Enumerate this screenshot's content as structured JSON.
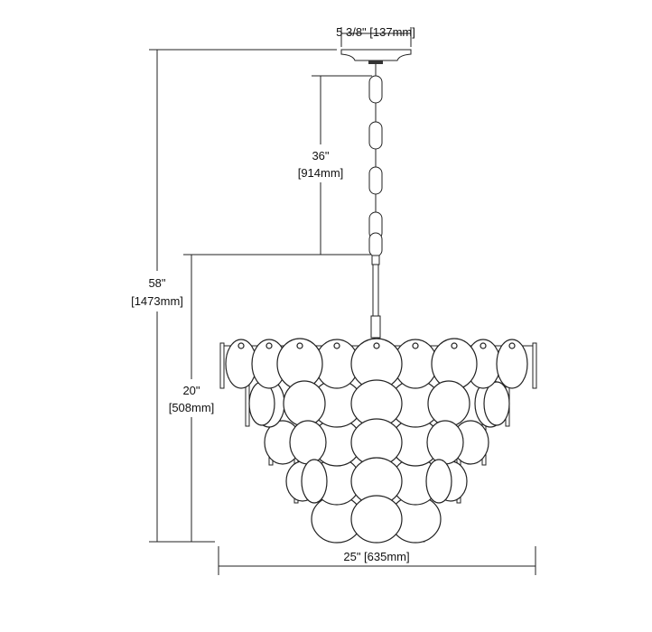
{
  "dimensions": {
    "canopy_width": "5 3/8\" [137mm]",
    "overall_height_in": "58\"",
    "overall_height_mm": "[1473mm]",
    "chain_length_in": "36\"",
    "chain_length_mm": "[914mm]",
    "fixture_height_in": "20\"",
    "fixture_height_mm": "[508mm]",
    "fixture_width": "25\" [635mm]"
  },
  "colors": {
    "line": "#222222",
    "background": "#ffffff"
  }
}
